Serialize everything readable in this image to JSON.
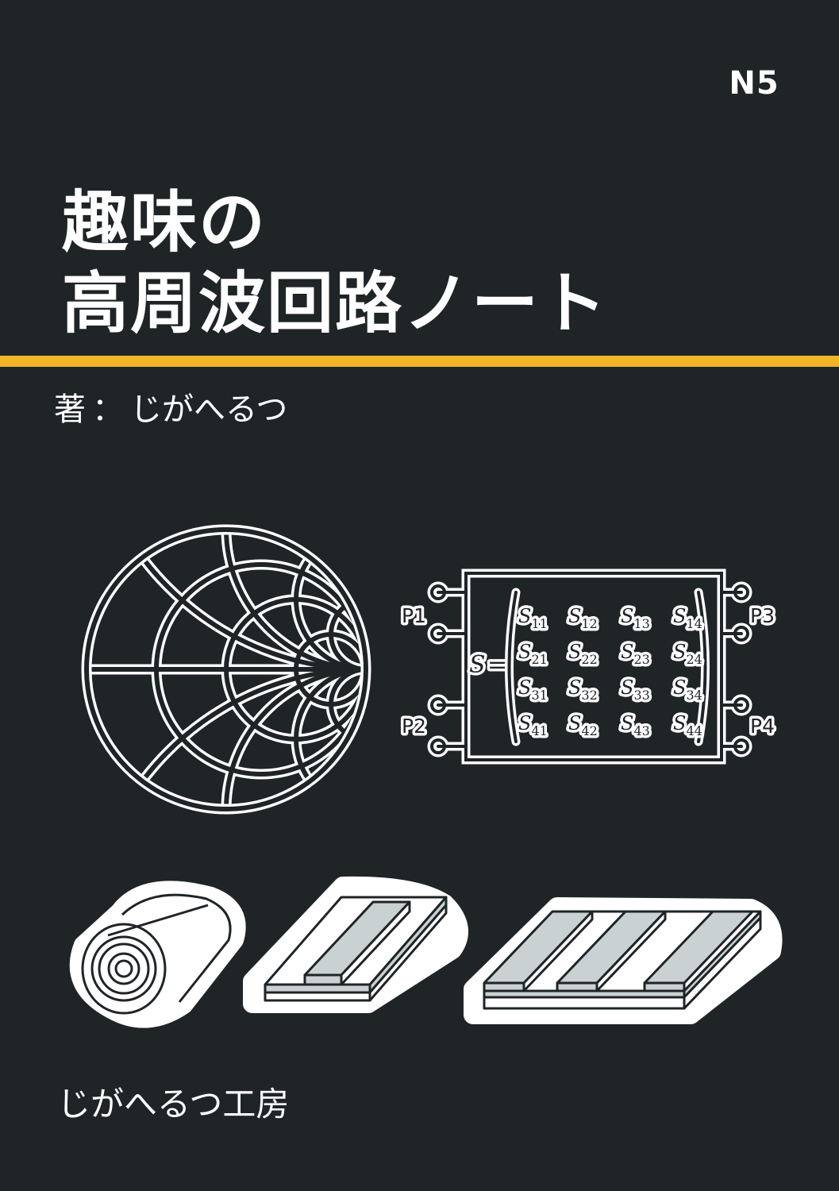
{
  "cover": {
    "series_badge": "N5",
    "title_line1": "趣味の",
    "title_line2": "高周波回路ノート",
    "author_prefix": "著",
    "author_separator": "：",
    "author_name": "じがへるつ",
    "publisher": "じがへるつ工房"
  },
  "s_matrix_figure": {
    "matrix_symbol": "S",
    "equals": "=",
    "ports": [
      "P1",
      "P2",
      "P3",
      "P4"
    ],
    "element_letter": "S",
    "element_subscripts": [
      [
        "11",
        "12",
        "13",
        "14"
      ],
      [
        "21",
        "22",
        "23",
        "24"
      ],
      [
        "31",
        "32",
        "33",
        "34"
      ],
      [
        "41",
        "42",
        "43",
        "44"
      ]
    ]
  },
  "illustrations": {
    "smith_chart_icon": "smith-chart",
    "transmission_line_icons": [
      "coaxial-cable",
      "microstrip-line",
      "coplanar-lines"
    ]
  },
  "colors": {
    "background": "#1f2427",
    "accent": "#f0b429",
    "text": "#ffffff",
    "line_fill": "#c9d1d3"
  }
}
